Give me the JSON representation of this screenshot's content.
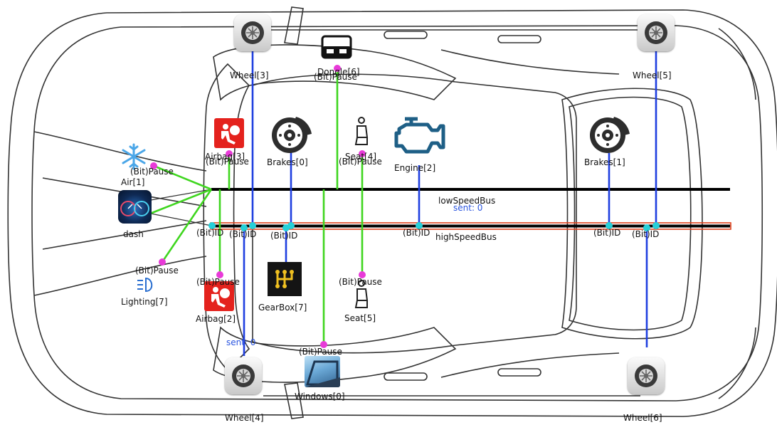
{
  "buses": {
    "low_speed": {
      "label": "lowSpeedBus",
      "sent": "sent: 0"
    },
    "high_speed": {
      "label": "highSpeedBus"
    }
  },
  "sent_label_2": "sent: 0",
  "nodes": {
    "wheel_3": "Wheel[3]",
    "wheel_5": "Wheel[5]",
    "wheel_4": "Wheel[4]",
    "wheel_6": "Wheel[6]",
    "dongle_6": "Dongle[6]",
    "airbag_3": "Airbag[3]",
    "airbag_2": "Airbag[2]",
    "brakes_0": "Brakes[0]",
    "brakes_1": "Brakes[1]",
    "seat_4": "Seat[4]",
    "seat_5": "Seat[5]",
    "engine_2": "Engine[2]",
    "air_1": "Air[1]",
    "dash": "dash",
    "lighting_7": "Lighting[7]",
    "gearbox_7": "GearBox[7]",
    "windows_0": "Windows[0]"
  },
  "ports": {
    "pause": "(Bit)Pause",
    "id": "(Bit)ID"
  },
  "colors": {
    "bus": "#000000",
    "high_speed_highlight": "#e0401a",
    "id_link": "#1f3fe0",
    "pause_link": "#3fd61f",
    "id_port": "#26d0d8",
    "pause_port": "#e83ad8",
    "sent_text": "#2a55e0"
  }
}
